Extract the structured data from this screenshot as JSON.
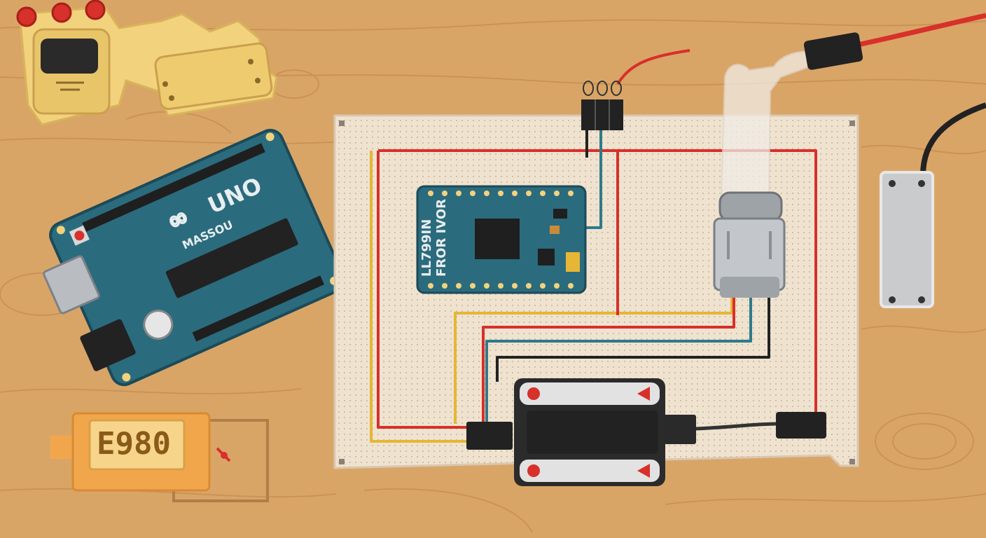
{
  "arduino": {
    "logo_text": "UNO",
    "sub_text": "MASSOU"
  },
  "driver_module": {
    "line1": "LL799IN",
    "line2": "FROR IVOR"
  },
  "display_module": {
    "value": "E980"
  },
  "colors": {
    "background": "#d9a567",
    "wood_grain": "#c79254",
    "perfboard": "#efe3d0",
    "board_teal": "#2b6b7e",
    "wire_red": "#d8302a",
    "wire_yellow": "#e6b634",
    "wire_teal": "#2f7a8a",
    "wire_black": "#222222"
  }
}
